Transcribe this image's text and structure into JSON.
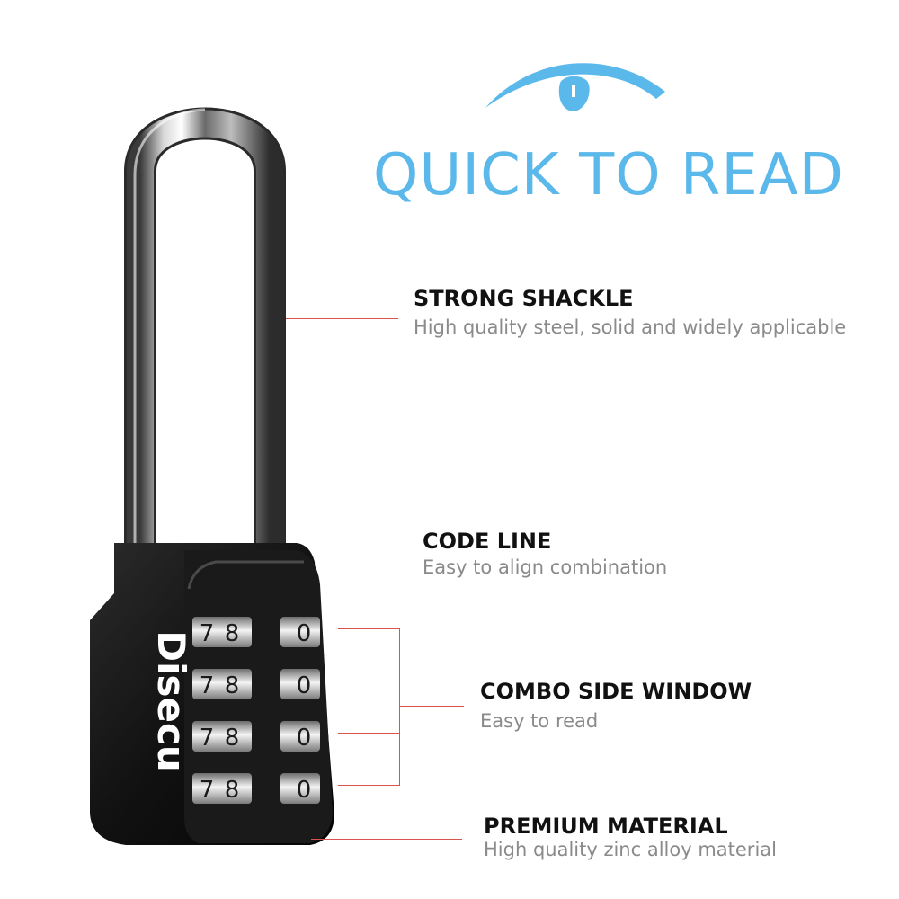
{
  "headline": "QUICK TO READ",
  "brand_logo_text": "Disecu",
  "accent_color": "#5bb8ea",
  "callout_line_color": "#d9534f",
  "lock": {
    "dial_rows": [
      {
        "left": "7",
        "mid": "8",
        "side": "0"
      },
      {
        "left": "7",
        "mid": "8",
        "side": "0"
      },
      {
        "left": "7",
        "mid": "8",
        "side": "0"
      },
      {
        "left": "7",
        "mid": "8",
        "side": "0"
      }
    ]
  },
  "features": [
    {
      "title": "STRONG SHACKLE",
      "desc": "High quality steel, solid and widely applicable"
    },
    {
      "title": "CODE LINE",
      "desc": "Easy to align combination"
    },
    {
      "title": "COMBO SIDE WINDOW",
      "desc": "Easy to read"
    },
    {
      "title": "PREMIUM MATERIAL",
      "desc": "High quality zinc alloy material"
    }
  ]
}
